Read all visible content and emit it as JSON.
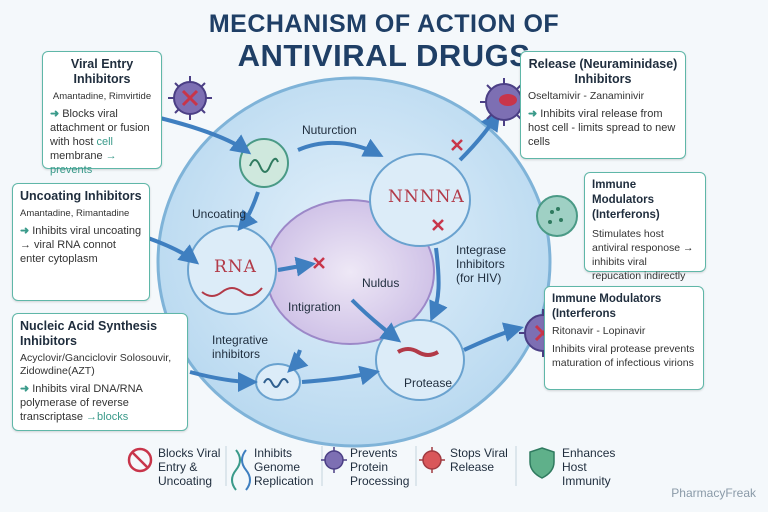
{
  "title": {
    "line1": "MECHANISM OF ACTION OF",
    "line2": "ANTIVIRAL DRUGS"
  },
  "boxes": {
    "viral_entry": {
      "title": "Viral Entry Inhibitors",
      "drugs": "Amantadine, Rimvirtide",
      "effect_prefix": "Blocks viral attachment or fusion with host ",
      "effect_highlight": "cell",
      "effect_middle": " membrane ",
      "effect_arrow_text": "→ prevents"
    },
    "uncoating": {
      "title": "Uncoating Inhibitors",
      "drugs": "Amantadine, Rimantadine",
      "effect": "Inhibits viral uncoating → viral RNA connot enter cytoplasm"
    },
    "nucleic_acid": {
      "title": "Nucleic Acid Synthesis Inhibitors",
      "drugs": "Acyclovir/Ganciclovir Solosouvir, Zidowdine(AZT)",
      "effect_prefix": "Inhibits viral DNA/RNA polymerase of reverse transcriptase ",
      "effect_highlight": "→blocks"
    },
    "release": {
      "title": "Release (Neuraminidase) Inhibitors",
      "drugs": "Oseltamivir - Zanaminivir",
      "effect": "Inhibits viral release from host cell - limits spread to new cells"
    },
    "immune_modulators_1": {
      "title": "Immune Modulators (Interferons)",
      "effect": "Stimulates host antiviral responose → inhibits viral repucation indirectly"
    },
    "immune_modulators_2": {
      "title": "Immune Modulators (Interferons",
      "drugs": "Ritonavir - Lopinavir",
      "effect": "Inhibits viral protease prevents maturation of infectious virions"
    }
  },
  "cell_labels": {
    "nuturction": "Nuturction",
    "uncoating": "Uncoating",
    "rna": "RNA",
    "nnna": "NNNNA",
    "nuldus": "Nuldus",
    "integration": "Intigration",
    "integrase": "Integrase Inhibitors (for HIV)",
    "integrative": "Integrative inhibitors",
    "protease": "Protease"
  },
  "legend": [
    {
      "icon": "no-entry-icon",
      "label": "Blocks Viral Entry & Uncoating"
    },
    {
      "icon": "dna-icon",
      "label": "Inhibits Genome Replication"
    },
    {
      "icon": "virus-icon",
      "label": "Prevents Protein Processing"
    },
    {
      "icon": "virus-release-icon",
      "label": "Stops Viral Release"
    },
    {
      "icon": "shield-icon",
      "label": "Enhances Host Immunity"
    }
  ],
  "brand": "PharmacyFreak",
  "colors": {
    "title": "#1f3f66",
    "teal": "#3a9a8a",
    "cell": "#cfe5f5",
    "nucleus": "#ddd3ec",
    "virus_red": "#c8354a",
    "arrow": "#3f7fc0"
  }
}
